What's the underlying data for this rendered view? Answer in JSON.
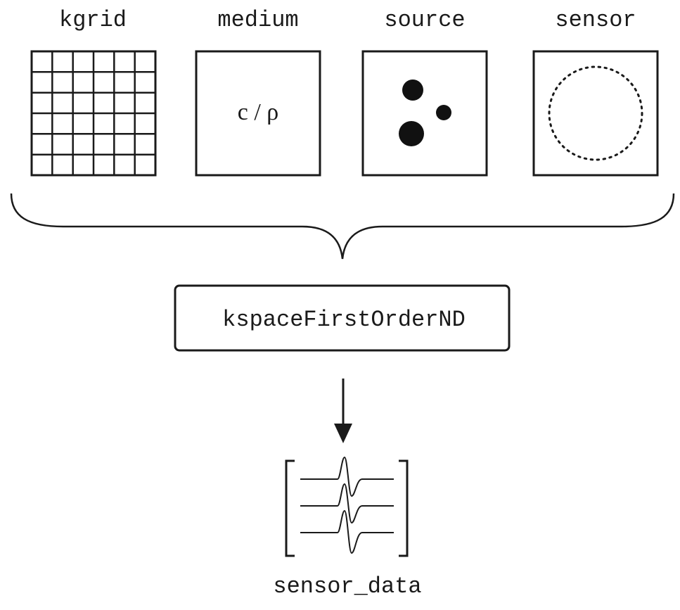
{
  "inputs": {
    "kgrid": {
      "label": "kgrid"
    },
    "medium": {
      "label": "medium",
      "content": "c / ρ"
    },
    "source": {
      "label": "source"
    },
    "sensor": {
      "label": "sensor"
    }
  },
  "function": {
    "label": "kspaceFirstOrderND"
  },
  "output": {
    "label": "sensor_data"
  }
}
